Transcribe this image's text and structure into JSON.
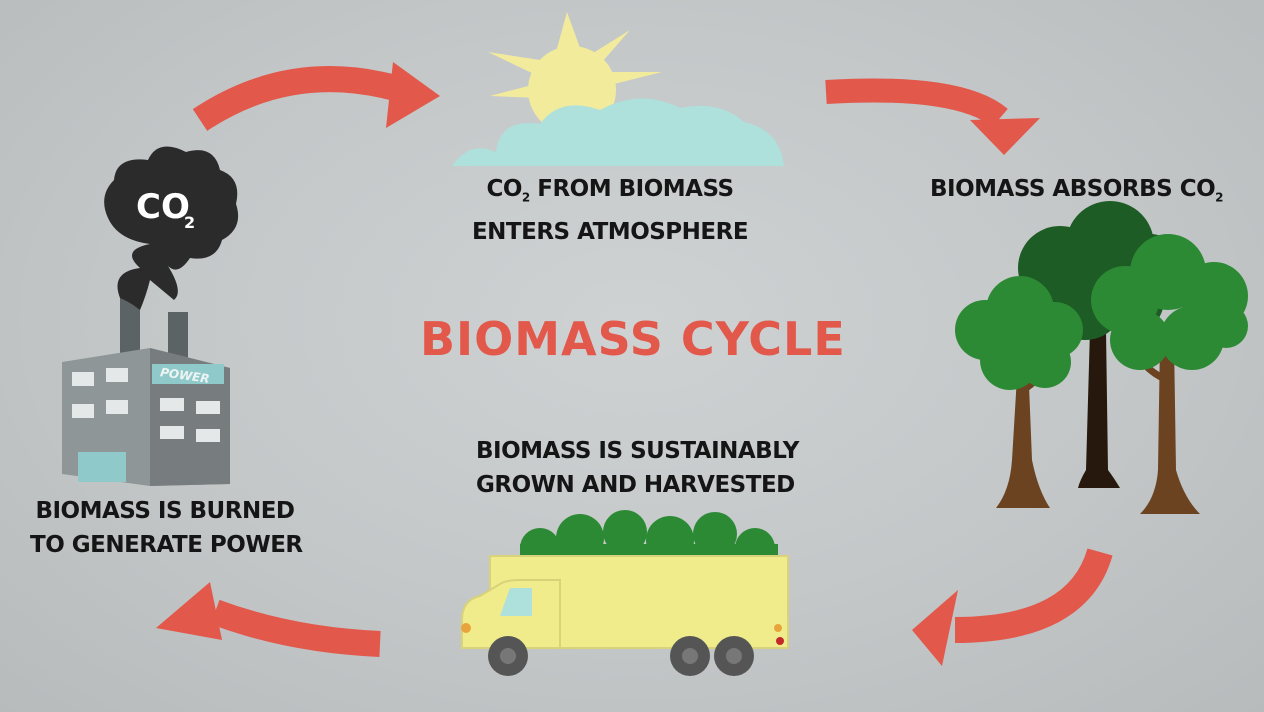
{
  "diagram": {
    "title": "BIOMASS CYCLE",
    "stages": {
      "atmosphere": {
        "co2_main": "CO",
        "co2_sub": "2",
        "line1_rest": " FROM BIOMASS",
        "line2": "ENTERS ATMOSPHERE"
      },
      "absorbs": {
        "text": "BIOMASS ABSORBS CO",
        "sub": "2"
      },
      "harvest": {
        "line1": "BIOMASS IS SUSTAINABLY",
        "line2": "GROWN AND HARVESTED"
      },
      "burned": {
        "line1": "BIOMASS IS BURNED",
        "line2": "TO GENERATE POWER"
      }
    },
    "factory": {
      "sign": "POWER",
      "smoke_main": "CO",
      "smoke_sub": "2"
    },
    "colors": {
      "arrow": "#e2584b",
      "title": "#e2584b",
      "cloud": "#aee0dc",
      "sun": "#f3eb9c",
      "smoke": "#2b2b2b",
      "truck": "#f0ec8c",
      "foliage_light": "#2c8a35",
      "foliage_dark": "#1d5c24",
      "trunk": "#6b4321"
    }
  }
}
